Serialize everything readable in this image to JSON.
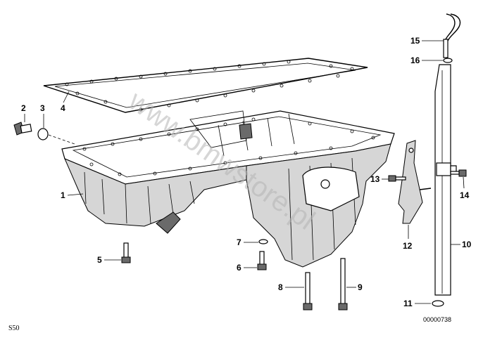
{
  "diagram": {
    "watermark": "www.bmwstore.pl",
    "section_code": "S50",
    "drawing_number": "00000738",
    "callouts": [
      {
        "id": "c1",
        "label": "1"
      },
      {
        "id": "c2",
        "label": "2"
      },
      {
        "id": "c3",
        "label": "3"
      },
      {
        "id": "c4",
        "label": "4"
      },
      {
        "id": "c5",
        "label": "5"
      },
      {
        "id": "c6",
        "label": "6"
      },
      {
        "id": "c7",
        "label": "7"
      },
      {
        "id": "c8",
        "label": "8"
      },
      {
        "id": "c9",
        "label": "9"
      },
      {
        "id": "c10",
        "label": "10"
      },
      {
        "id": "c11",
        "label": "11"
      },
      {
        "id": "c12",
        "label": "12"
      },
      {
        "id": "c13",
        "label": "13"
      },
      {
        "id": "c14",
        "label": "14"
      },
      {
        "id": "c15",
        "label": "15"
      },
      {
        "id": "c16",
        "label": "16"
      }
    ]
  }
}
